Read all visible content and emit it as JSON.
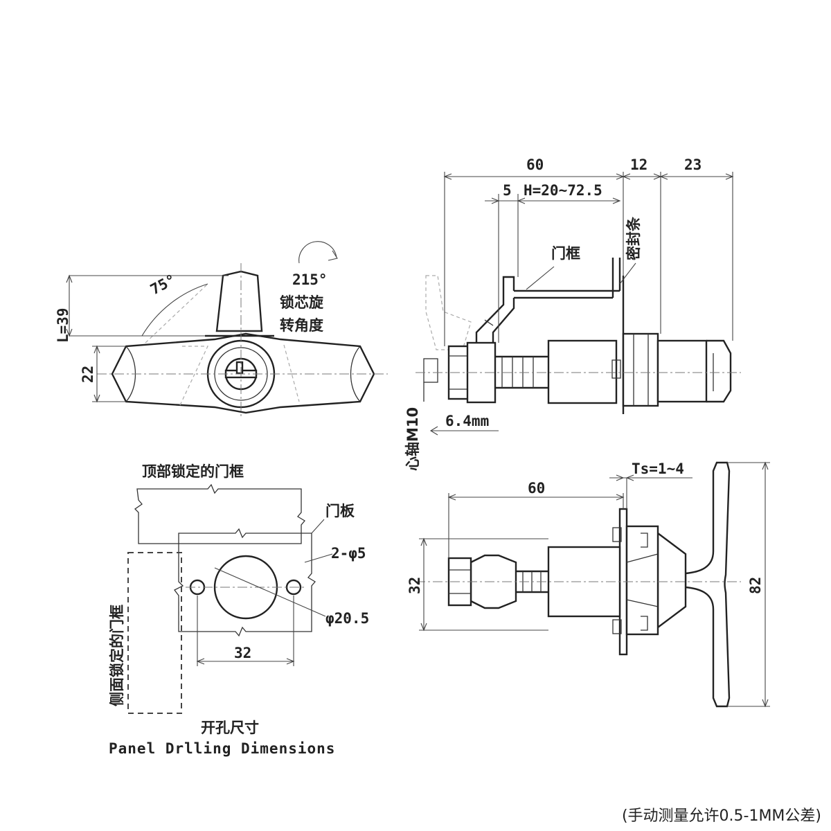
{
  "front_view": {
    "dim_L": "L=39",
    "dim_22": "22",
    "angle_75": "75°",
    "angle_215": "215°",
    "rotation_label_1": "锁芯旋",
    "rotation_label_2": "转角度"
  },
  "side_view": {
    "dim_60": "60",
    "dim_12": "12",
    "dim_23": "23",
    "dim_5": "5",
    "dim_H": "H=20~72.5",
    "label_door_frame": "门框",
    "label_seal": "密封条",
    "label_shaft": "心轴M10",
    "dim_6_4": "6.4mm"
  },
  "bottom_view": {
    "dim_Ts": "Ts=1~4",
    "dim_60": "60",
    "dim_32": "32",
    "dim_82": "82"
  },
  "drilling": {
    "label_top_frame": "顶部锁定的门框",
    "label_door_panel": "门板",
    "label_side_frame": "侧面锁定的门框",
    "dim_holes": "2-φ5",
    "dim_center": "φ20.5",
    "dim_32": "32",
    "caption_cn": "开孔尺寸",
    "caption_en": "Panel Drlling Dimensions"
  },
  "footer_note": "(手动测量允许0.5-1MM公差)"
}
